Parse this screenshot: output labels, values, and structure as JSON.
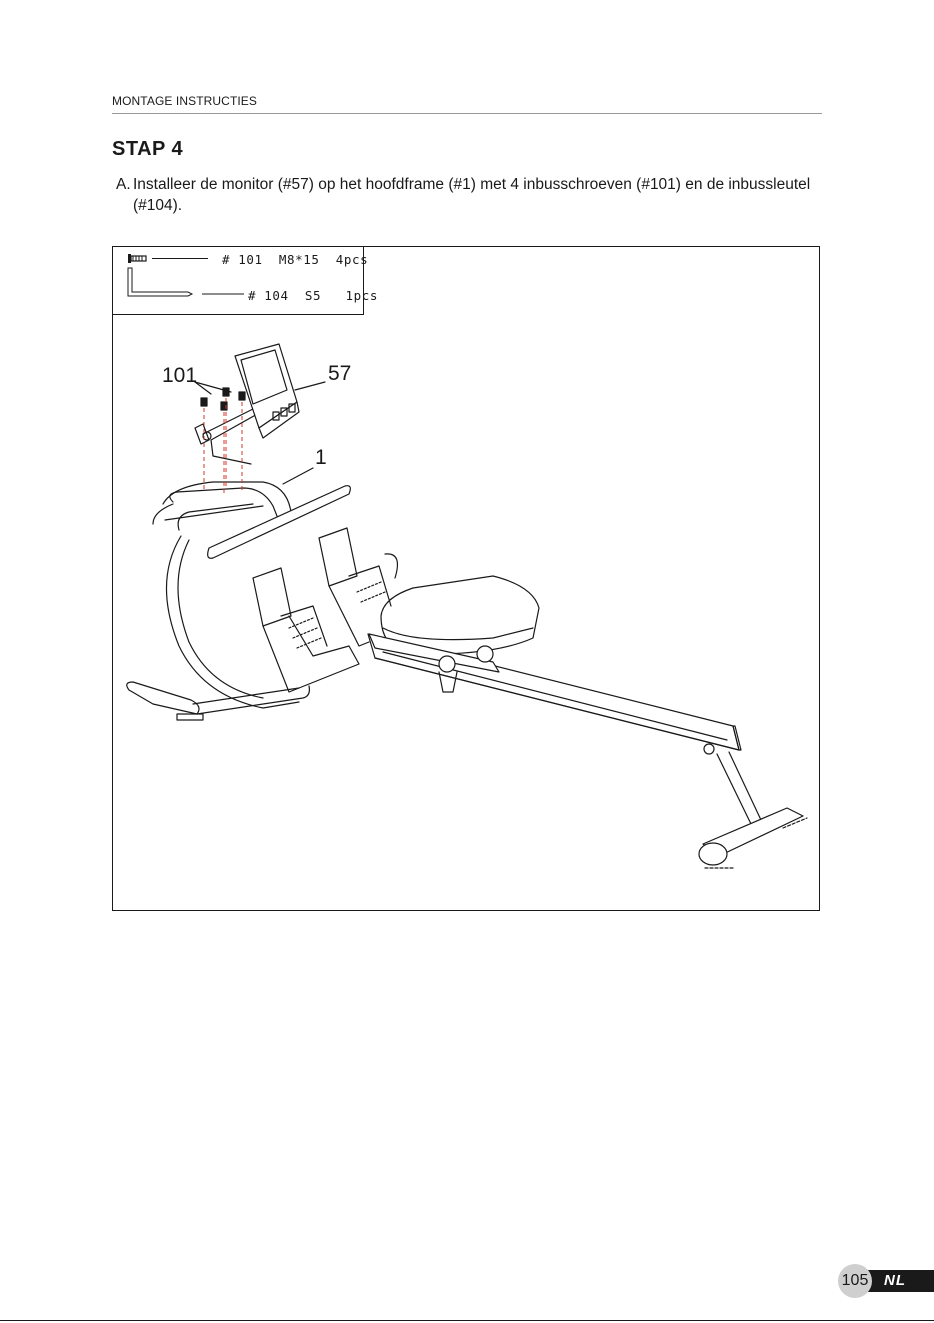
{
  "running_head": "MONTAGE INSTRUCTIES",
  "step_title": "STAP 4",
  "instruction": {
    "marker": "A.",
    "text": "Installeer de monitor (#57) op het hoofdframe (#1) met 4 inbusschroeven (#101) en de inbussleutel (#104)."
  },
  "parts": [
    {
      "label": "# 101  M8*15  4pcs",
      "icon": "bolt-icon"
    },
    {
      "label": "# 104  S5   1pcs",
      "icon": "allen-key-icon"
    }
  ],
  "callouts": {
    "bolts": "101",
    "monitor": "57",
    "frame": "1"
  },
  "footer": {
    "page_number": "105",
    "language": "NL"
  },
  "colors": {
    "guide_lines": "#d9342b",
    "ink": "#1a1a1a",
    "tab_circle": "#cfcfcf"
  }
}
